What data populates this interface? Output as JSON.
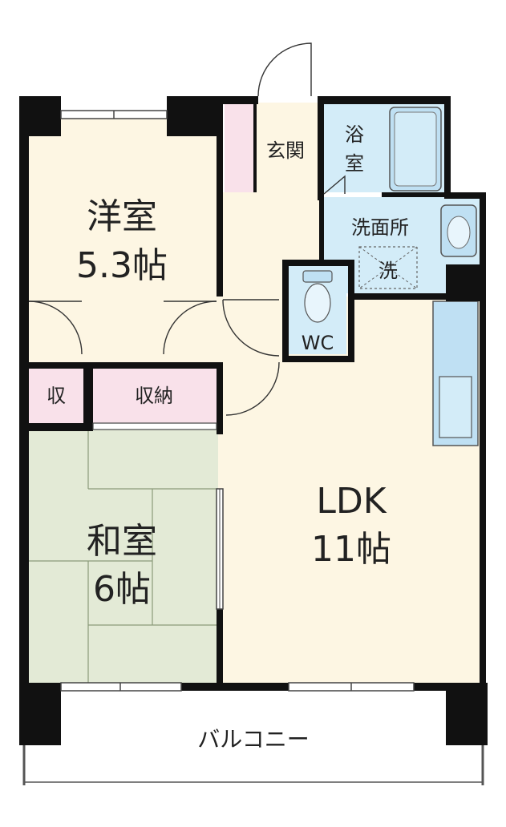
{
  "rooms": {
    "western": {
      "name": "洋室",
      "size": "5.3帖"
    },
    "storage_small": {
      "name": "収"
    },
    "storage": {
      "name": "収納"
    },
    "japanese": {
      "name": "和室",
      "size": "6帖"
    },
    "ldk": {
      "name": "LDK",
      "size": "11帖"
    },
    "entrance": {
      "name": "玄関"
    },
    "bath": {
      "name": "浴",
      "name2": "室"
    },
    "washroom": {
      "name": "洗面所"
    },
    "laundry": {
      "name": "洗"
    },
    "wc": {
      "name": "WC"
    },
    "balcony": {
      "name": "バルコニー"
    }
  },
  "colors": {
    "wall": "#111111",
    "western_floor": "#fdf6e3",
    "ldk_floor": "#fdf6e3",
    "japanese_floor": "#e3ead6",
    "storage_floor": "#f9e1ea",
    "water_floor": "#d3ecf8",
    "fixture": "#bfe0f3"
  }
}
